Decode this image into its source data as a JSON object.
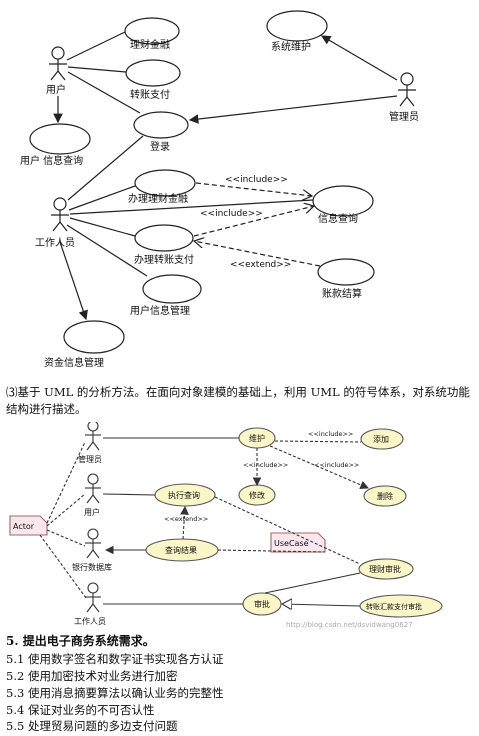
{
  "diagram1": {
    "actors": {
      "user": "用户",
      "admin": "管理员",
      "worker": "工作人员"
    },
    "usecases": {
      "finance": "理财金融",
      "transfer": "转账支付",
      "maintain": "系统维护",
      "login": "登录",
      "userquery": "用户 信息查询",
      "handle_finance": "办理理财金融",
      "handle_transfer": "办理转账支付",
      "infoquery": "信息查询",
      "settle": "账款结算",
      "usermgmt": "用户信息管理",
      "fundmgmt": "资金信息管理"
    },
    "stereotypes": {
      "include1": "<<include>>",
      "include2": "<<include>>",
      "extend": "<<extend>>"
    }
  },
  "paragraph": "⑶基于 UML 的分析方法。在面向对象建模的基础上，利用 UML 的符号体系，对系统功能结构进行描述。",
  "diagram2": {
    "actors": {
      "admin": "管理员",
      "user": "用户",
      "bankdb": "银行数据库",
      "worker": "工作人员"
    },
    "notes": {
      "actor": "Actor",
      "usecase": "UseCase"
    },
    "usecases": {
      "maintain": "维护",
      "add": "添加",
      "modify": "修改",
      "delete": "删除",
      "execquery": "执行查询",
      "queryresult": "查询结果",
      "finaudit": "理财审批",
      "approve": "审批",
      "transaudit": "转账汇款支付审批"
    },
    "stereotypes": {
      "include1": "<<include>>",
      "include2": "<<include>>",
      "include3": "<<include>>",
      "extend": "<<extend>>"
    },
    "watermark": "http://blog.csdn.net/dsvidwang0627"
  },
  "section": {
    "heading": "5. 提出电子商务系统需求。",
    "items": [
      "5.1 使用数字签名和数字证书实现各方认证",
      "5.2 使用加密技术对业务进行加密",
      "5.3 使用消息摘要算法以确认业务的完整性",
      "5.4 保证对业务的不可否认性",
      "5.5 处理贸易问题的多边支付问题"
    ]
  }
}
